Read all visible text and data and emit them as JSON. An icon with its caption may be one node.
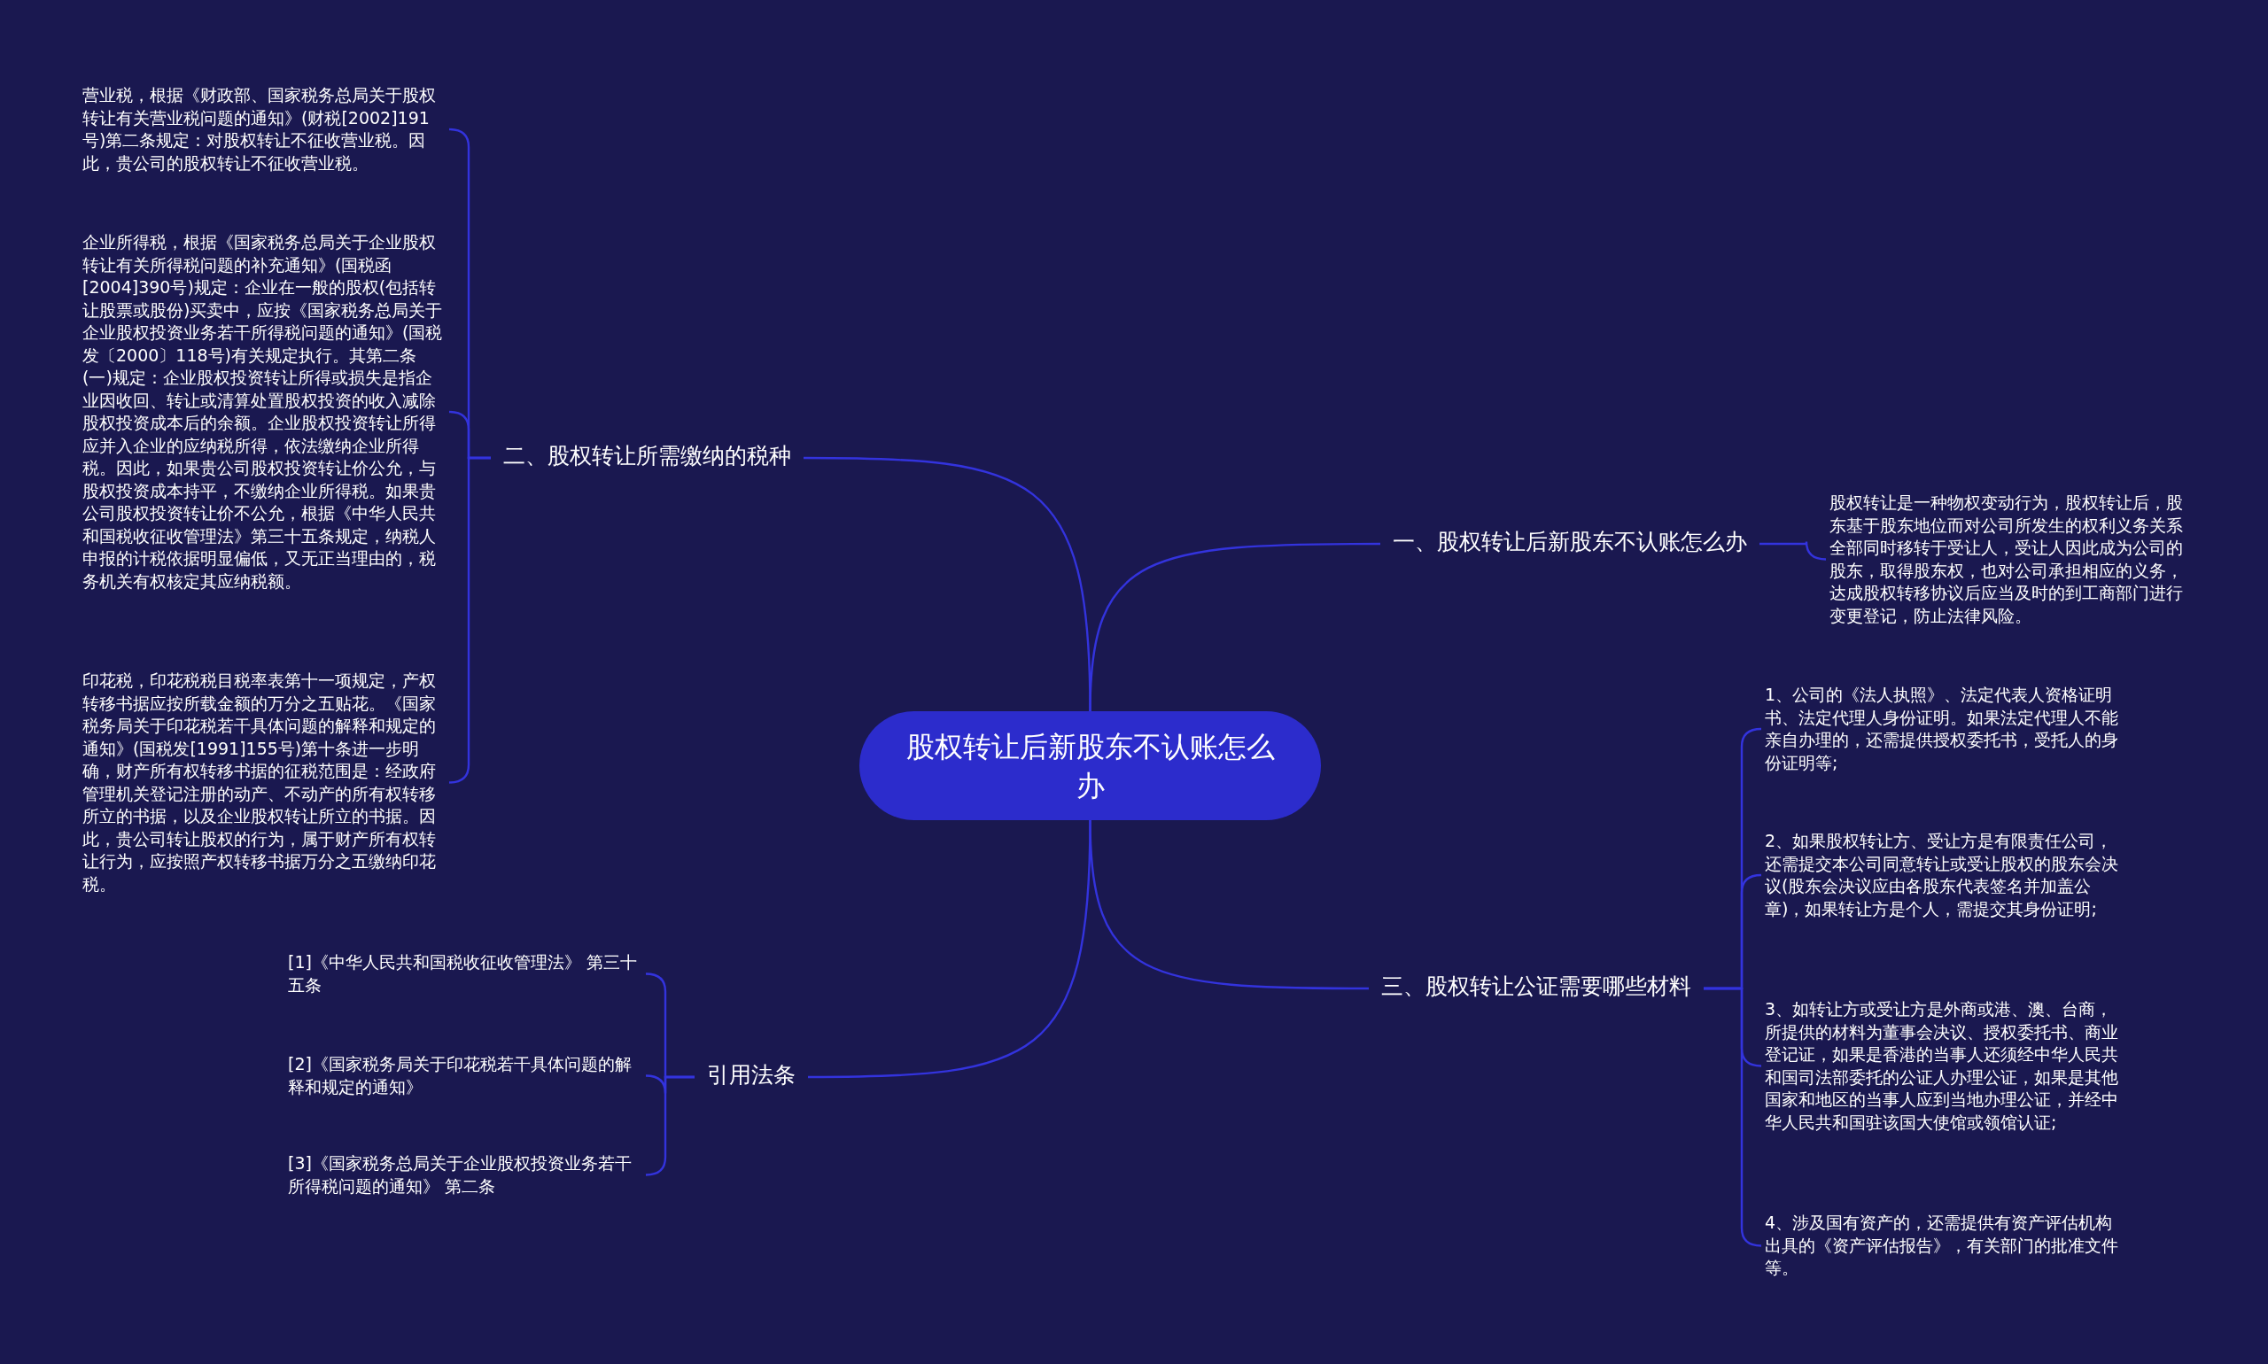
{
  "diagram": {
    "nodes": [
      {
        "text": [
          "股权转让后新股东不认账怎么办"
        ]
      },
      {
        "text": [
          "一、股权转让后新股东不认账怎么办"
        ]
      },
      {
        "text": [
          "股权转让是一种物权变动行为，股权转让后，股东基于股东地位而对公司所发生的权利义务关系全部同时移转于受让人，受让人因此成为公司的股东，取得股东权，也对公司承担相应的义务，达成股权转移协议后应当及时的到工商部门进行变更登记，防止法律风险。"
        ]
      },
      {
        "text": [
          "二、股权转让所需缴纳的税种"
        ]
      },
      {
        "text": [
          "营业税，根据《财政部、国家税务总局关于股权转让有关营业税问题的通知》(财税[2002]191号)第二条规定：对股权转让不征收营业税。因此，贵公司的股权转让不征收营业税。"
        ]
      },
      {
        "text": [
          "企业所得税，根据《国家税务总局关于企业股权转让有关所得税问题的补充通知》(国税函[2004]390号)规定：企业在一般的股权(包括转让股票或股份)买卖中，应按《国家税务总局关于企业股权投资业务若干所得税问题的通知》(国税发〔2000〕118号)有关规定执行。其第二条(一)规定：企业股权投资转让所得或损失是指企业因收回、转让或清算处置股权投资的收入减除股权投资成本后的余额。企业股权投资转让所得应并入企业的应纳税所得，依法缴纳企业所得税。因此，如果贵公司股权投资转让价公允，与股权投资成本持平，不缴纳企业所得税。如果贵公司股权投资转让价不公允，根据《中华人民共和国税收征收管理法》第三十五条规定，纳税人申报的计税依据明显偏低，又无正当理由的，税务机关有权核定其应纳税额。"
        ]
      },
      {
        "text": [
          "印花税，印花税税目税率表第十一项规定，产权转移书据应按所载金额的万分之五贴花。《国家税务局关于印花税若干具体问题的解释和规定的通知》(国税发[1991]155号)第十条进一步明确，财产所有权转移书据的征税范围是：经政府管理机关登记注册的动产、不动产的所有权转移所立的书据，以及企业股权转让所立的书据。因此，贵公司转让股权的行为，属于财产所有权转让行为，应按照产权转移书据万分之五缴纳印花税。"
        ]
      },
      {
        "text": [
          "三、股权转让公证需要哪些材料"
        ]
      },
      {
        "text": [
          "1、公司的《法人执照》、法定代表人资格证明书、法定代理人身份证明。如果法定代理人不能亲自办理的，还需提供授权委托书，受托人的身份证明等;"
        ]
      },
      {
        "text": [
          "2、如果股权转让方、受让方是有限责任公司，还需提交本公司同意转让或受让股权的股东会决议(股东会决议应由各股东代表签名并加盖公章)，如果转让方是个人，需提交其身份证明;"
        ]
      },
      {
        "text": [
          "3、如转让方或受让方是外商或港、澳、台商，所提供的材料为董事会决议、授权委托书、商业登记证，如果是香港的当事人还须经中华人民共和国司法部委托的公证人办理公证，如果是其他国家和地区的当事人应到当地办理公证，并经中华人民共和国驻该国大使馆或领馆认证;"
        ]
      },
      {
        "text": [
          "4、涉及国有资产的，还需提供有资产评估机构出具的《资产评估报告》，有关部门的批准文件等。"
        ]
      },
      {
        "text": [
          "引用法条"
        ]
      },
      {
        "text": [
          "[1]《中华人民共和国税收征收管理法》 第三十五条"
        ]
      },
      {
        "text": [
          "[2]《国家税务局关于印花税若干具体问题的解释和规定的通知》"
        ]
      },
      {
        "text": [
          "[3]《国家税务总局关于企业股权投资业务若干所得税问题的通知》 第二条"
        ]
      }
    ],
    "edges": [
      {
        "from": 0,
        "to": 1,
        "arrow": "none"
      },
      {
        "from": 1,
        "to": 2,
        "arrow": "none"
      },
      {
        "from": 0,
        "to": 3,
        "arrow": "none"
      },
      {
        "from": 3,
        "to": 4,
        "arrow": "none"
      },
      {
        "from": 3,
        "to": 5,
        "arrow": "none"
      },
      {
        "from": 3,
        "to": 6,
        "arrow": "none"
      },
      {
        "from": 0,
        "to": 7,
        "arrow": "none"
      },
      {
        "from": 7,
        "to": 8,
        "arrow": "none"
      },
      {
        "from": 7,
        "to": 9,
        "arrow": "none"
      },
      {
        "from": 7,
        "to": 10,
        "arrow": "none"
      },
      {
        "from": 7,
        "to": 11,
        "arrow": "none"
      },
      {
        "from": 0,
        "to": 12,
        "arrow": "none"
      },
      {
        "from": 12,
        "to": 13,
        "arrow": "none"
      },
      {
        "from": 12,
        "to": 14,
        "arrow": "none"
      },
      {
        "from": 12,
        "to": 15,
        "arrow": "none"
      }
    ]
  }
}
